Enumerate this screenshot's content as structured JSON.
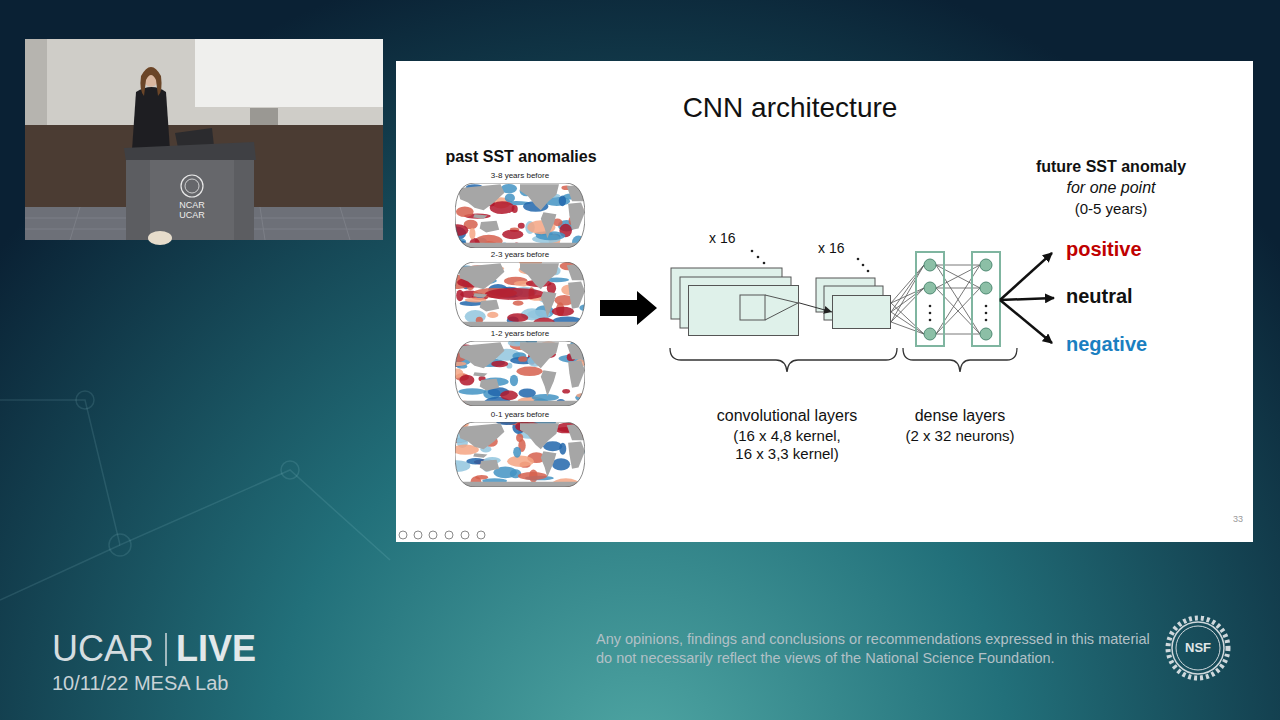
{
  "diagram": {
    "title": "CNN architecture",
    "nodes": [
      {
        "text": [
          "3-8 years before"
        ]
      },
      {
        "text": [
          "2-3 years before"
        ]
      },
      {
        "text": [
          "1-2 years before"
        ]
      },
      {
        "text": [
          "0-1 years before"
        ]
      },
      {
        "text": [
          "x 16"
        ]
      },
      {
        "text": [
          "x 16"
        ]
      }
    ],
    "edges": [
      {
        "from": 4,
        "to": 5,
        "arrow": "to"
      }
    ],
    "labels": [
      "past SST anomalies",
      "convolutional layers",
      "(16 x 4,8 kernel, 16 x 3,3 kernel)",
      "dense layers",
      "(2 x 32 neurons)",
      "future SST anomaly",
      "for one point",
      "(0-5 years)",
      "positive",
      "neutral",
      "negative",
      "33",
      "NCAR UCAR",
      "UCAR",
      "LIVE",
      "10/11/22 MESA Lab",
      "Any opinions, findings and conclusions or recommendations expressed in this material do not necessarily reflect the views of the National Science Foundation.",
      "NSF"
    ]
  }
}
